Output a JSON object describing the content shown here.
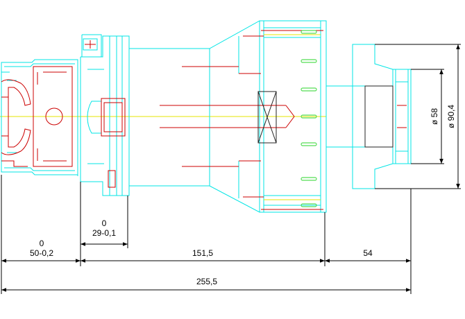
{
  "colors": {
    "outline": "#00e5e5",
    "detail": "#cc0000",
    "axis": "#e6e600",
    "dimension": "#000000",
    "accent_green": "#55dd55"
  },
  "dimensions": {
    "d1_tol": "0",
    "d1_value": "50-0,2",
    "d2_tol": "0",
    "d2_value": "29-0,1",
    "d3_value": "151,5",
    "d4_value": "54",
    "d5_value": "255,5",
    "dia_inner": "ø 58",
    "dia_outer": "ø 90,4"
  }
}
